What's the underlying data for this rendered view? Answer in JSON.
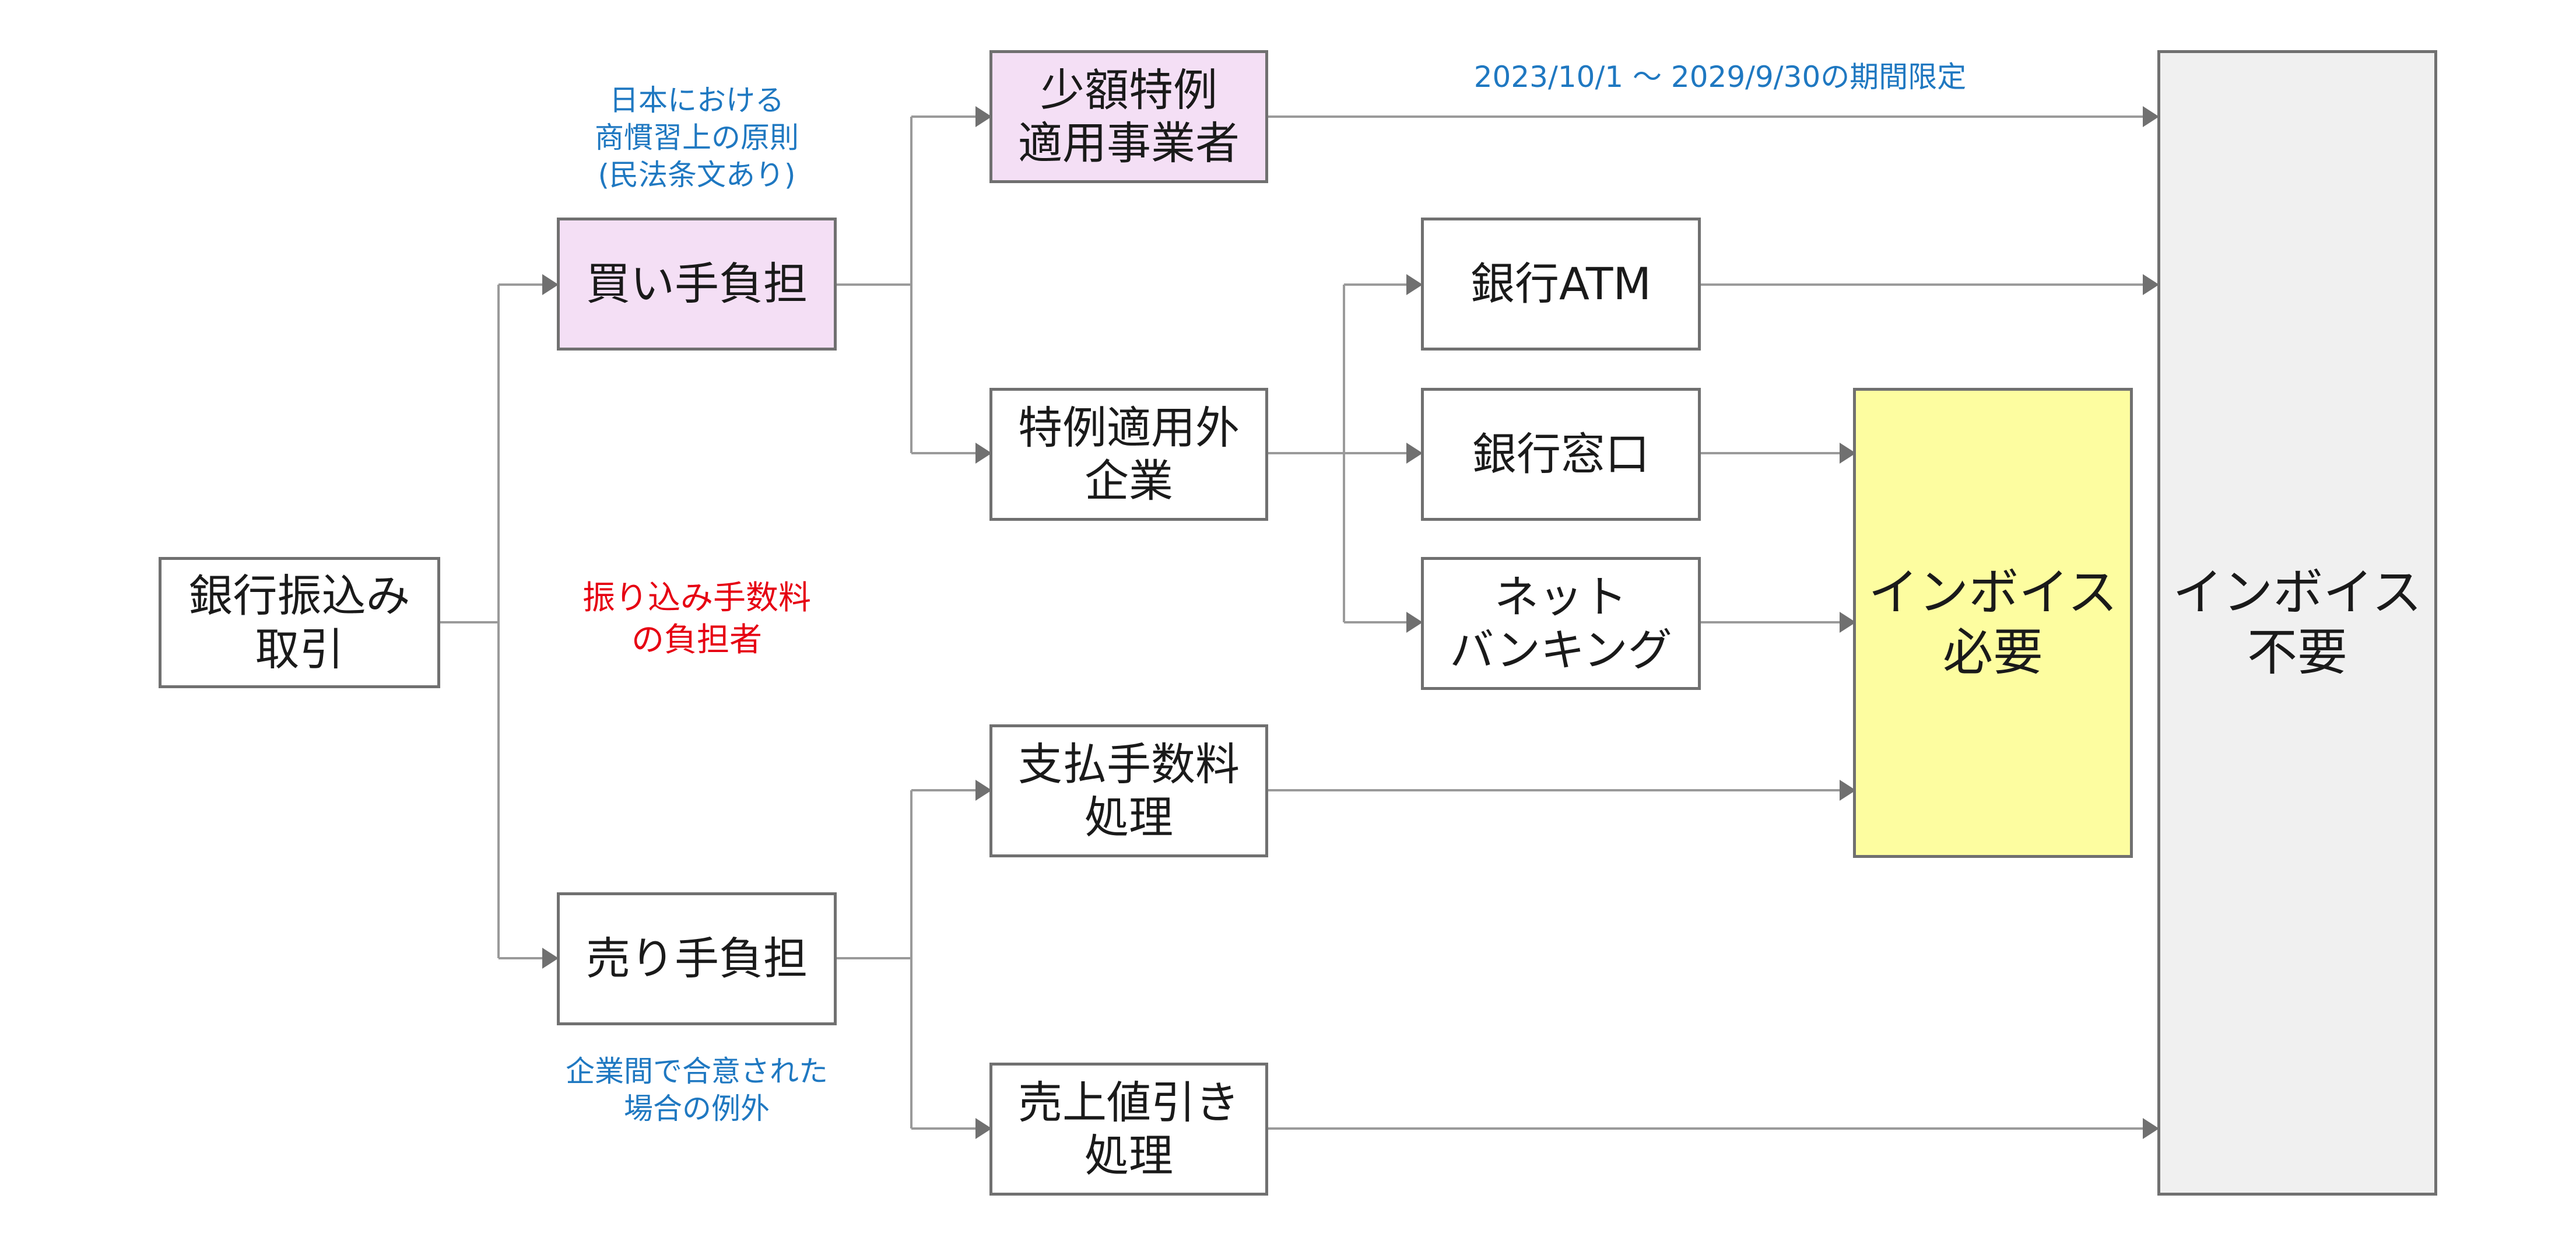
{
  "nodes": {
    "bank_transfer": "銀行振込み\n取引",
    "buyer_burden": "買い手負担",
    "seller_burden": "売り手負担",
    "small_exception": "少額特例\n適用事業者",
    "non_exception": "特例適用外\n企業",
    "payment_fee": "支払手数料\n処理",
    "sales_discount": "売上値引き\n処理",
    "bank_atm": "銀行ATM",
    "bank_counter": "銀行窓口",
    "net_banking": "ネット\nバンキング",
    "invoice_required": "インボイス\n必要",
    "invoice_not_required": "インボイス\n不要"
  },
  "notes": {
    "buyer_principle": "日本における\n商慣習上の原則\n(民法条文あり)",
    "fee_payer": "振り込み手数料\nの負担者",
    "seller_exception": "企業間で合意された\n場合の例外",
    "period_limit": "2023/10/1 〜 2029/9/30の期間限定"
  },
  "colors": {
    "highlight_pink": "#f4dff5",
    "highlight_yellow": "#fdfda0",
    "result_gray": "#f0f0f0",
    "note_blue": "#1f78c1",
    "note_red": "#e60012",
    "line_gray": "#9a9a9a"
  }
}
